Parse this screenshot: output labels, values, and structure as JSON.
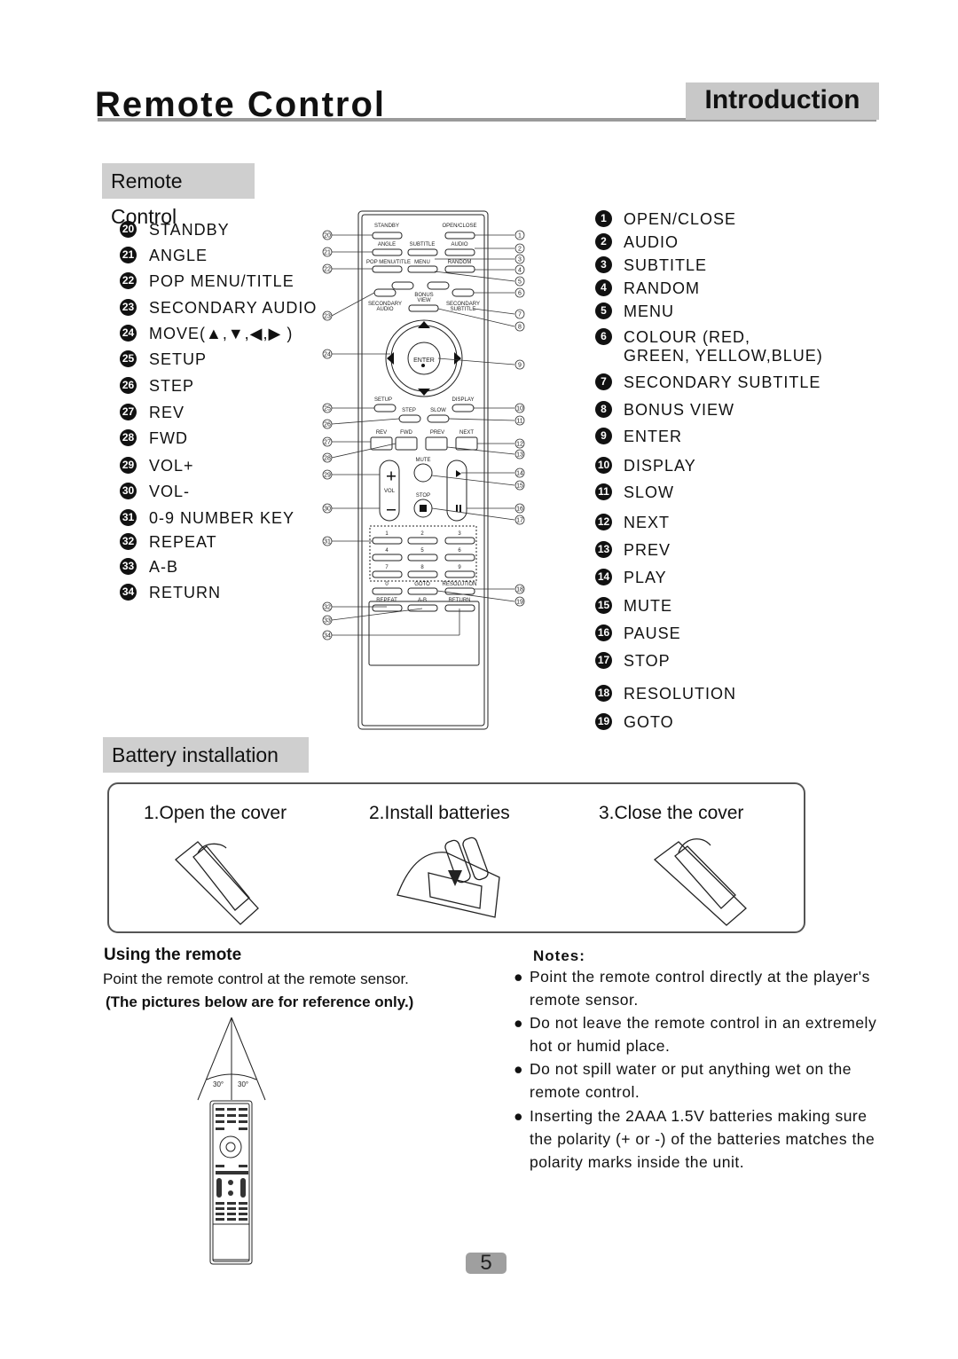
{
  "header": {
    "title": "Remote Control",
    "section": "Introduction"
  },
  "remote_section": {
    "heading": "Remote Control"
  },
  "left_keys": [
    {
      "num": "20",
      "label": "STANDBY"
    },
    {
      "num": "21",
      "label": "ANGLE"
    },
    {
      "num": "22",
      "label": "POP MENU/TITLE"
    },
    {
      "num": "23",
      "label": "SECONDARY AUDIO"
    },
    {
      "num": "24",
      "label": "MOVE(▲,▼,◀,▶ )"
    },
    {
      "num": "25",
      "label": "SETUP"
    },
    {
      "num": "26",
      "label": "STEP"
    },
    {
      "num": "27",
      "label": "REV"
    },
    {
      "num": "28",
      "label": "FWD"
    },
    {
      "num": "29",
      "label": "VOL+"
    },
    {
      "num": "30",
      "label": "VOL-"
    },
    {
      "num": "31",
      "label": "0-9 NUMBER KEY"
    },
    {
      "num": "32",
      "label": "REPEAT"
    },
    {
      "num": "33",
      "label": "A-B"
    },
    {
      "num": "34",
      "label": "RETURN"
    }
  ],
  "right_keys": [
    {
      "num": "1",
      "label": "OPEN/CLOSE"
    },
    {
      "num": "2",
      "label": "AUDIO"
    },
    {
      "num": "3",
      "label": "SUBTITLE"
    },
    {
      "num": "4",
      "label": "RANDOM"
    },
    {
      "num": "5",
      "label": "MENU"
    },
    {
      "num": "6",
      "label": "COLOUR (RED,\nGREEN, YELLOW,BLUE)"
    },
    {
      "num": "7",
      "label": "SECONDARY SUBTITLE"
    },
    {
      "num": "8",
      "label": "BONUS VIEW"
    },
    {
      "num": "9",
      "label": "ENTER"
    },
    {
      "num": "10",
      "label": "DISPLAY"
    },
    {
      "num": "11",
      "label": "SLOW"
    },
    {
      "num": "12",
      "label": "NEXT"
    },
    {
      "num": "13",
      "label": "PREV"
    },
    {
      "num": "14",
      "label": "PLAY"
    },
    {
      "num": "15",
      "label": "MUTE"
    },
    {
      "num": "16",
      "label": "PAUSE"
    },
    {
      "num": "17",
      "label": "STOP"
    },
    {
      "num": "18",
      "label": "RESOLUTION"
    },
    {
      "num": "19",
      "label": "GOTO"
    }
  ],
  "remote_labels": {
    "standby": "STANDBY",
    "open_close": "OPEN/CLOSE",
    "angle": "ANGLE",
    "subtitle": "SUBTITLE",
    "audio": "AUDIO",
    "pop_menu": "POP MENU/TITLE",
    "menu": "MENU",
    "random": "RANDOM",
    "bonus": "BONUS",
    "view": "VIEW",
    "sec_audio_1": "SECONDARY",
    "sec_audio_2": "AUDIO",
    "sec_sub_1": "SECONDARY",
    "sec_sub_2": "SUBTITLE",
    "enter": "ENTER",
    "setup": "SETUP",
    "display": "DISPLAY",
    "step": "STEP",
    "slow": "SLOW",
    "rev": "REV",
    "fwd": "FWD",
    "prev": "PREV",
    "next": "NEXT",
    "mute": "MUTE",
    "vol": "VOL",
    "stop": "STOP",
    "goto": "GOTO",
    "resolution": "RESOLUTION",
    "repeat": "REPEAT",
    "ab": "A-B",
    "return": "RETURN",
    "digits": [
      "1",
      "2",
      "3",
      "4",
      "5",
      "6",
      "7",
      "8",
      "9",
      "0"
    ]
  },
  "callouts_left": [
    "20",
    "21",
    "22",
    "23",
    "24",
    "25",
    "26",
    "27",
    "28",
    "29",
    "30",
    "31",
    "32",
    "33",
    "34"
  ],
  "callouts_right": [
    "1",
    "2",
    "3",
    "4",
    "5",
    "6",
    "7",
    "8",
    "9",
    "10",
    "11",
    "12",
    "13",
    "14",
    "15",
    "16",
    "17",
    "18",
    "19"
  ],
  "battery": {
    "heading": "Battery installation",
    "steps": [
      "1.Open  the  cover",
      "2.Install  batteries",
      "3.Close  the  cover"
    ]
  },
  "usage": {
    "title": "Using  the  remote",
    "text": "Point the remote control at the remote sensor.",
    "reference": "(The pictures below are for reference only.)",
    "angle_left": "30°",
    "angle_right": "30°"
  },
  "notes": {
    "title": "Notes:",
    "items": [
      "Point the remote control directly at the player's remote sensor.",
      "Do not leave the remote control in an extremely hot or humid place.",
      "Do not spill water or put anything wet on the remote control.",
      "Inserting the 2AAA 1.5V batteries making sure the polarity (+ or -) of the batteries matches the polarity marks inside the unit."
    ]
  },
  "page_number": "5"
}
